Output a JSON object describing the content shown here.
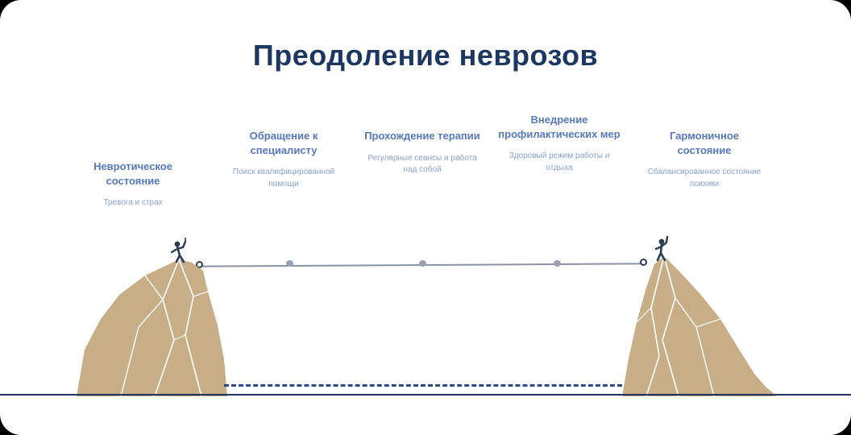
{
  "title": "Преодоление неврозов",
  "steps": [
    {
      "heading": "Невротическое состояние",
      "body": "Тревога и страх"
    },
    {
      "heading": "Обращение к специалисту",
      "body": "Поиск квалифицированной помощи"
    },
    {
      "heading": "Прохождение терапии",
      "body": "Регулярные сеансы и работа над собой"
    },
    {
      "heading": "Внедрение профилактических мер",
      "body": "Здоровый режим работы и отдыха"
    },
    {
      "heading": "Гармоничное состояние",
      "body": "Сбалансированное состояние психики"
    }
  ],
  "icons": {
    "left_mountain": "mountain-icon",
    "right_mountain": "mountain-icon",
    "left_climber": "climber-icon",
    "right_climber": "climber-icon",
    "rope": "rope-line"
  },
  "colors": {
    "title": "#1d3763",
    "heading": "#5678c1",
    "body_text": "#8aa0d4",
    "mountain": "#c7ae86",
    "rope": "#8b92a3",
    "dashed_line": "#2c4a86",
    "baseline": "#20345e",
    "background": "#ffffff"
  }
}
